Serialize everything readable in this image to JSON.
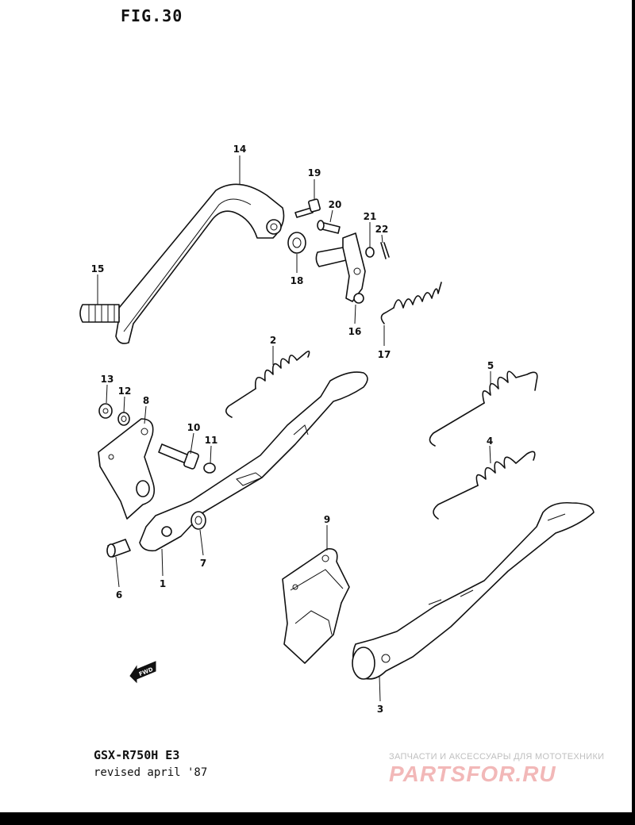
{
  "figure": {
    "title": "FIG.30",
    "model": "GSX-R750H E3",
    "revision": "revised april '87"
  },
  "callouts": [
    "14",
    "19",
    "20",
    "21",
    "22",
    "15",
    "18",
    "16",
    "17",
    "2",
    "5",
    "13",
    "12",
    "8",
    "10",
    "11",
    "4",
    "9",
    "6",
    "1",
    "7",
    "3"
  ],
  "direction_marker": "FWD",
  "watermark": {
    "caption": "ЗАПЧАСТИ И АКСЕССУАРЫ ДЛЯ МОТОТЕХНИКИ",
    "logo": "PARTSFOR.RU"
  }
}
